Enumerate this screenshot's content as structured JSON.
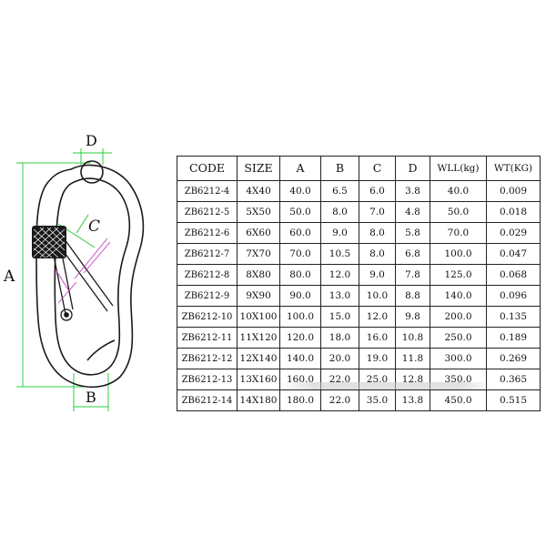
{
  "diagram": {
    "labels": {
      "d": "D",
      "c": "C",
      "a": "A",
      "b": "B"
    },
    "colors": {
      "outline": "#1a1a1a",
      "dimension": "#2ecc40",
      "accent": "#c040c0"
    }
  },
  "table": {
    "headers": [
      "CODE",
      "SIZE",
      "A",
      "B",
      "C",
      "D",
      "WLL(kg)",
      "WT(KG)"
    ],
    "rows": [
      [
        "ZB6212-4",
        "4X40",
        "40.0",
        "6.5",
        "6.0",
        "3.8",
        "40.0",
        "0.009"
      ],
      [
        "ZB6212-5",
        "5X50",
        "50.0",
        "8.0",
        "7.0",
        "4.8",
        "50.0",
        "0.018"
      ],
      [
        "ZB6212-6",
        "6X60",
        "60.0",
        "9.0",
        "8.0",
        "5.8",
        "70.0",
        "0.029"
      ],
      [
        "ZB6212-7",
        "7X70",
        "70.0",
        "10.5",
        "8.0",
        "6.8",
        "100.0",
        "0.047"
      ],
      [
        "ZB6212-8",
        "8X80",
        "80.0",
        "12.0",
        "9.0",
        "7.8",
        "125.0",
        "0.068"
      ],
      [
        "ZB6212-9",
        "9X90",
        "90.0",
        "13.0",
        "10.0",
        "8.8",
        "140.0",
        "0.096"
      ],
      [
        "ZB6212-10",
        "10X100",
        "100.0",
        "15.0",
        "12.0",
        "9.8",
        "200.0",
        "0.135"
      ],
      [
        "ZB6212-11",
        "11X120",
        "120.0",
        "18.0",
        "16.0",
        "10.8",
        "250.0",
        "0.189"
      ],
      [
        "ZB6212-12",
        "12X140",
        "140.0",
        "20.0",
        "19.0",
        "11.8",
        "300.0",
        "0.269"
      ],
      [
        "ZB6212-13",
        "13X160",
        "160.0",
        "22.0",
        "25.0",
        "12.8",
        "350.0",
        "0.365"
      ],
      [
        "ZB6212-14",
        "14X180",
        "180.0",
        "22.0",
        "35.0",
        "13.8",
        "450.0",
        "0.515"
      ]
    ]
  }
}
